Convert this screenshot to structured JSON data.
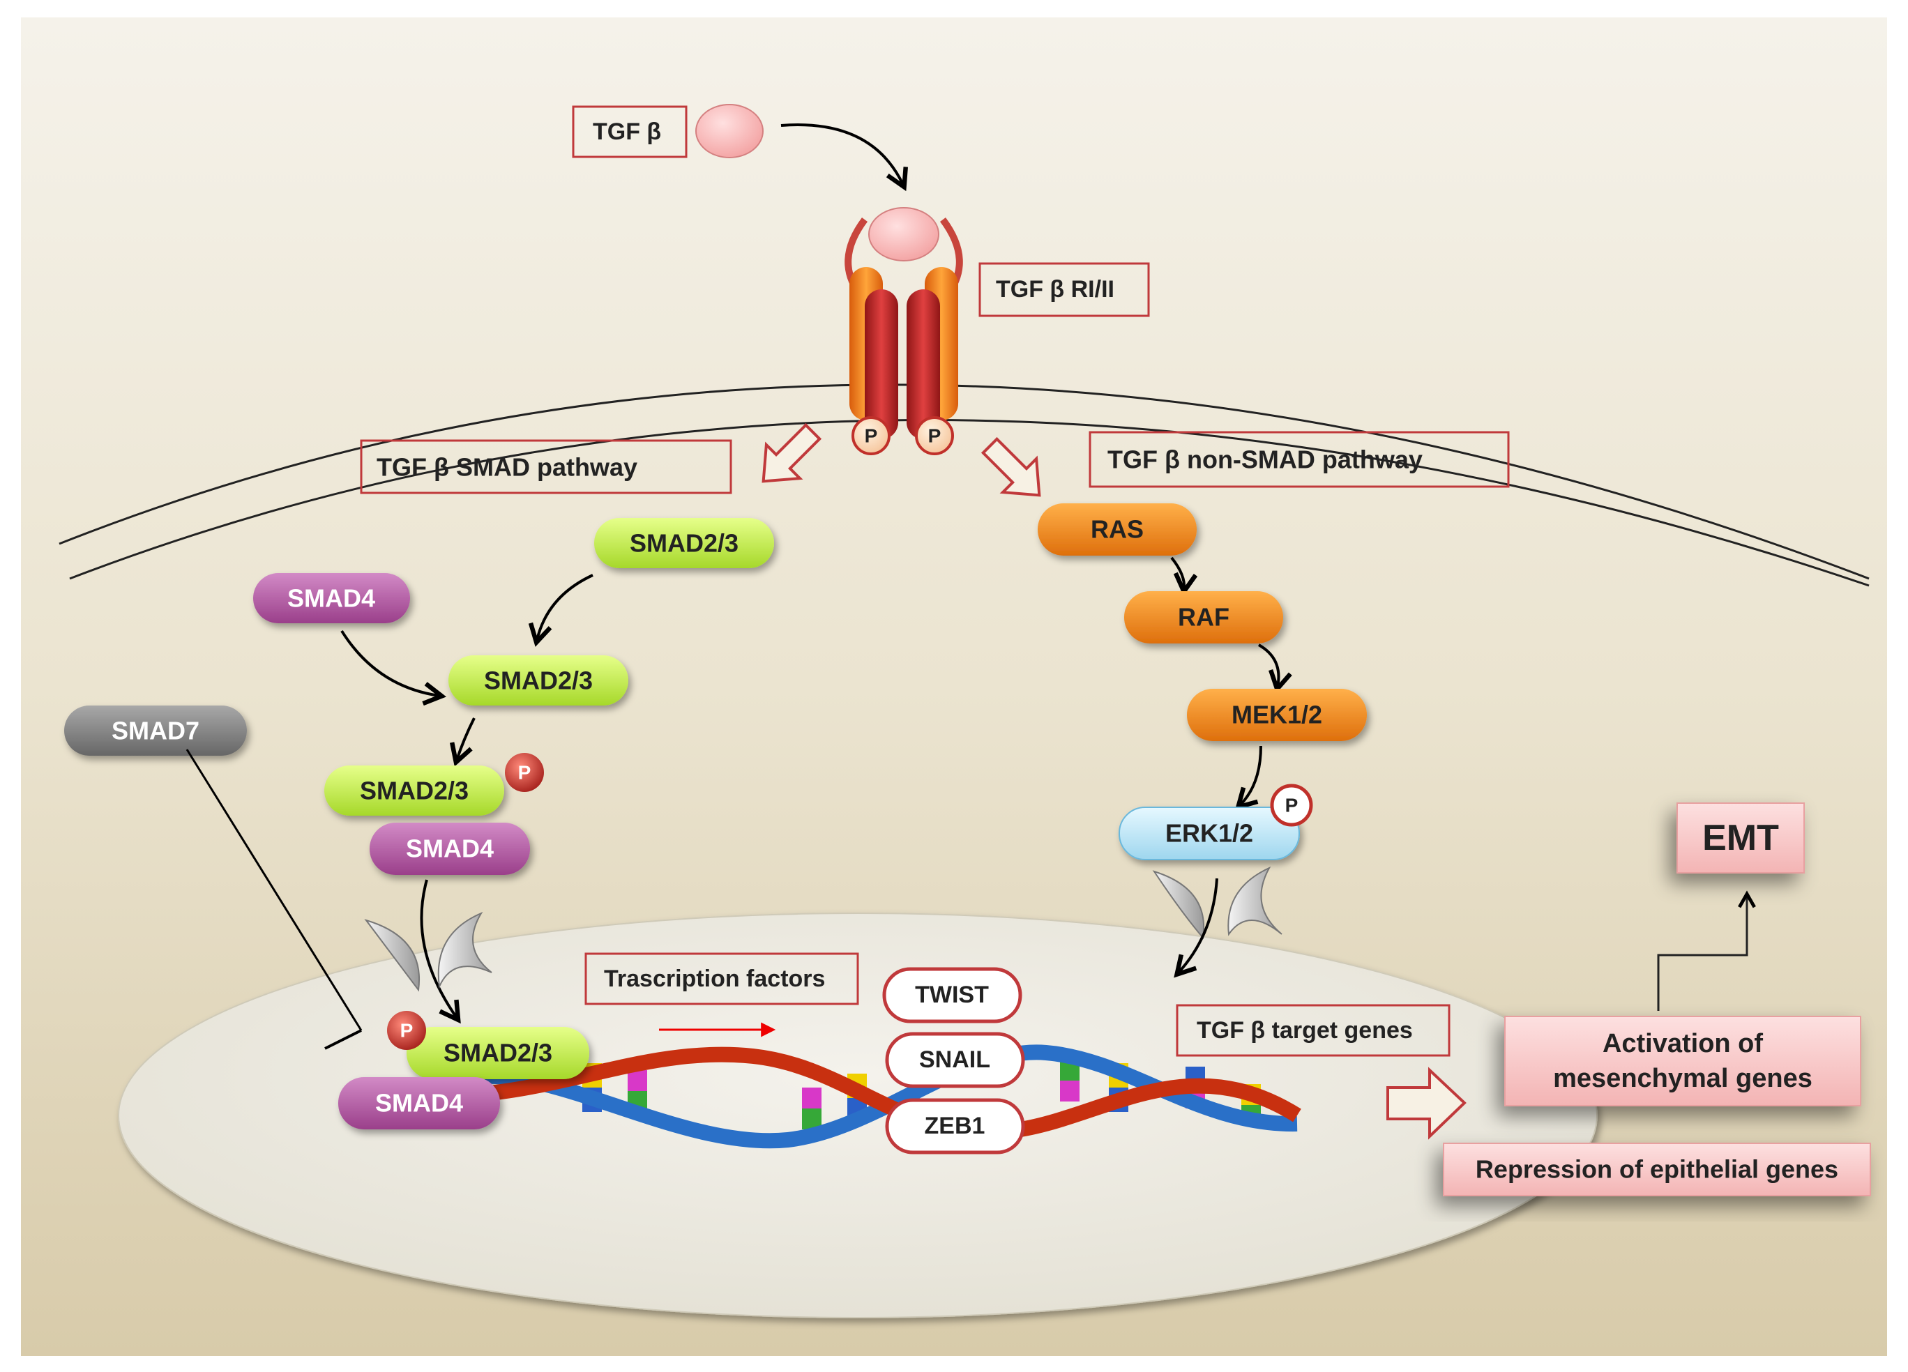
{
  "ligand": {
    "label": "TGF β"
  },
  "receptor": {
    "label": "TGF β RI/II",
    "phospho": "P"
  },
  "pathways": {
    "smad": "TGF β  SMAD pathway",
    "non_smad": "TGF β non-SMAD pathway"
  },
  "smad_chain": {
    "smad23_a": "SMAD2/3",
    "smad4_a": "SMAD4",
    "smad23_b": "SMAD2/3",
    "smad23_c": "SMAD2/3",
    "smad4_b": "SMAD4",
    "smad7": "SMAD7",
    "smad23_nuc": "SMAD2/3",
    "smad4_nuc": "SMAD4",
    "phospho": "P"
  },
  "mapk_chain": {
    "ras": "RAS",
    "raf": "RAF",
    "mek": "MEK1/2",
    "erk": "ERK1/2",
    "phospho": "P"
  },
  "nucleus": {
    "tf_label": "Trascription factors",
    "tf": [
      "TWIST",
      "SNAIL",
      "ZEB1"
    ],
    "target_genes": "TGF β target genes"
  },
  "outcomes": {
    "activation": [
      "Activation of",
      "mesenchymal genes"
    ],
    "repression": "Repression of epithelial genes",
    "emt": "EMT"
  },
  "colors": {
    "background": "#ece6d3",
    "nucleus": "#eeece3",
    "smad23": "#c8f040",
    "smad4": "#b35aa3",
    "smad7": "#808080",
    "mapk": "#f08a1c",
    "erk": "#bfe8f8",
    "phospho": "#c0302a",
    "box_border": "#c0393b",
    "outcome_fill": "#f7c9c9"
  }
}
